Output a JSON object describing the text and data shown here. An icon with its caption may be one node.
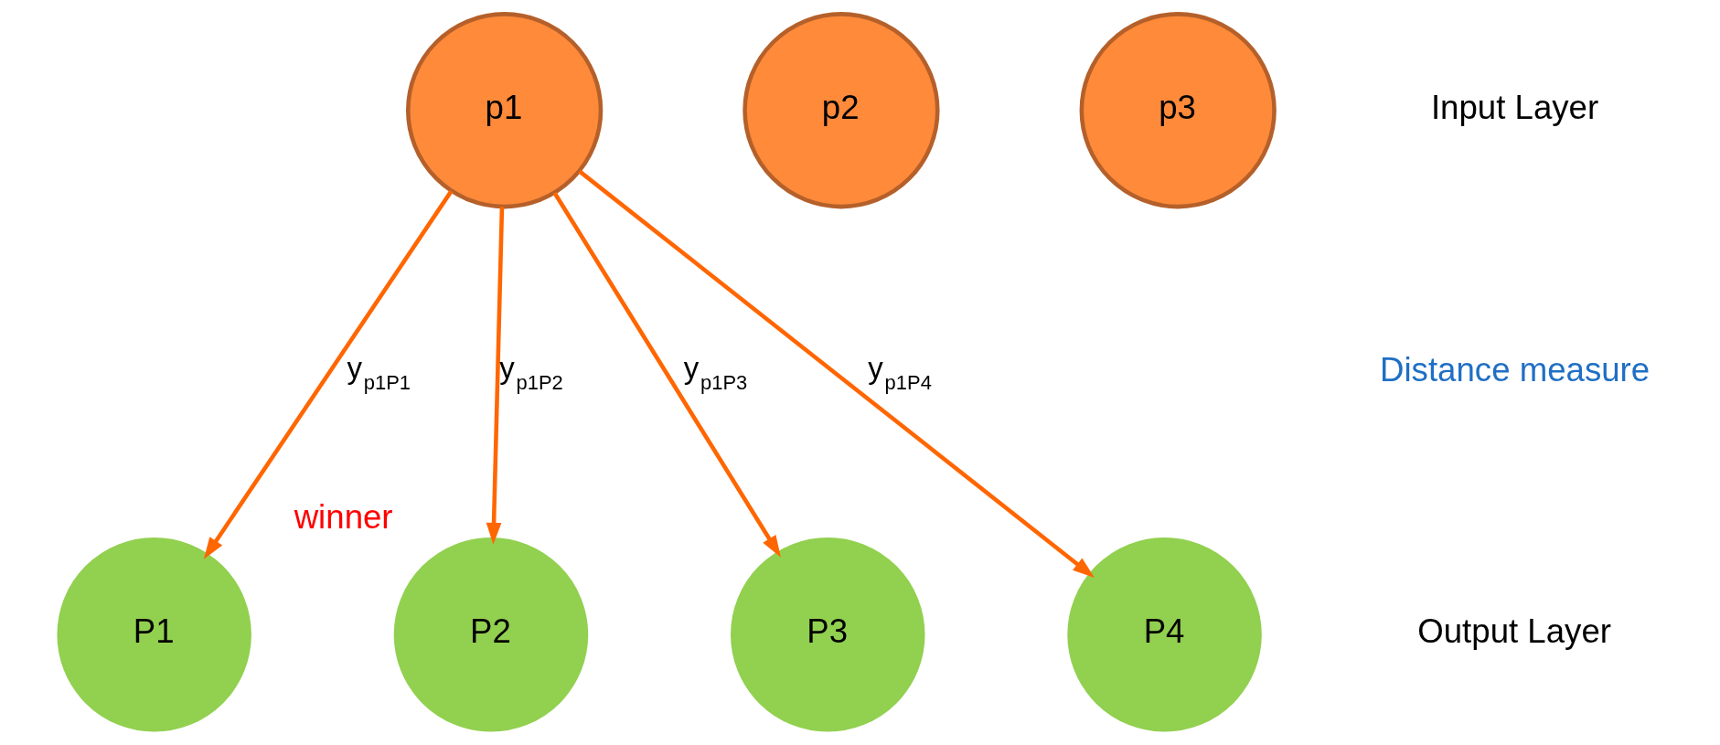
{
  "diagram": {
    "nodes": [
      {
        "text": [
          "p1"
        ]
      },
      {
        "text": [
          "p2"
        ]
      },
      {
        "text": [
          "p3"
        ]
      },
      {
        "text": [
          "P1"
        ]
      },
      {
        "text": [
          "P2"
        ],
        "beside": [
          "winner"
        ]
      },
      {
        "text": [
          "P3"
        ]
      },
      {
        "text": [
          "P4"
        ]
      }
    ],
    "edges": [
      {
        "from": 0,
        "to": 3,
        "arrow": "to",
        "label": "y$_{p1P1}$"
      },
      {
        "from": 0,
        "to": 4,
        "arrow": "to",
        "label": "y$_{p1P2}$"
      },
      {
        "from": 0,
        "to": 5,
        "arrow": "to",
        "label": "y$_{p1P3}$"
      },
      {
        "from": 0,
        "to": 6,
        "arrow": "to",
        "label": "y$_{p1P4}$"
      }
    ],
    "labels": [
      "Input Layer",
      "Distance measure",
      "Output Layer"
    ]
  }
}
